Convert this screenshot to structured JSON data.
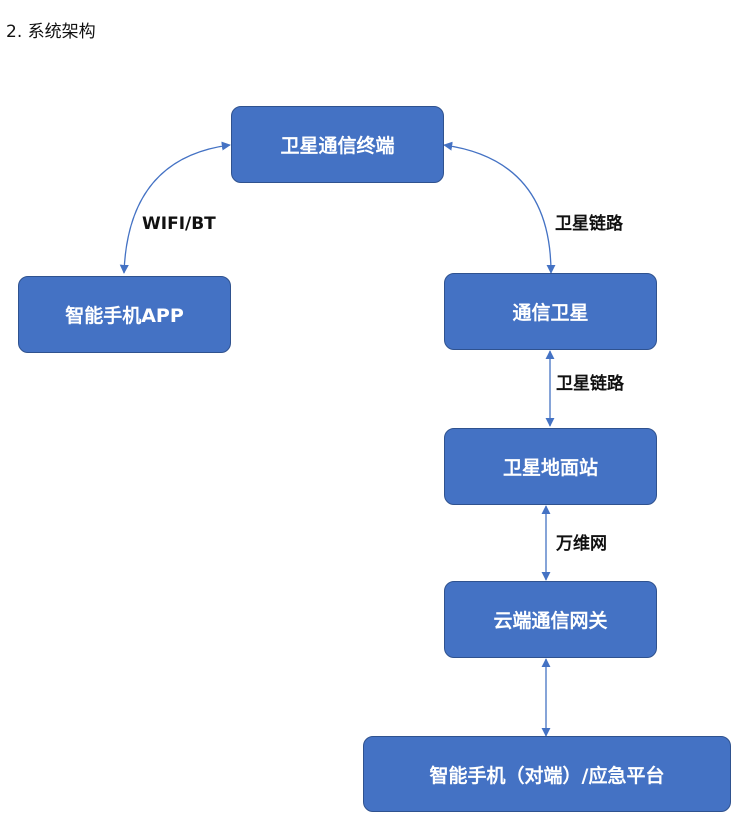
{
  "heading": "2. 系统架构",
  "nodes": {
    "terminal": "卫星通信终端",
    "phone_app": "智能手机APP",
    "satellite": "通信卫星",
    "ground_station": "卫星地面站",
    "cloud_gateway": "云端通信网关",
    "peer_platform": "智能手机（对端）/应急平台"
  },
  "edges": {
    "terminal_phone": "WIFI/BT",
    "terminal_satellite": "卫星链路",
    "satellite_ground": "卫星链路",
    "ground_cloud": "万维网"
  },
  "colors": {
    "node_fill": "#4472c4",
    "node_border": "#2f528f",
    "connector": "#4472c4"
  }
}
